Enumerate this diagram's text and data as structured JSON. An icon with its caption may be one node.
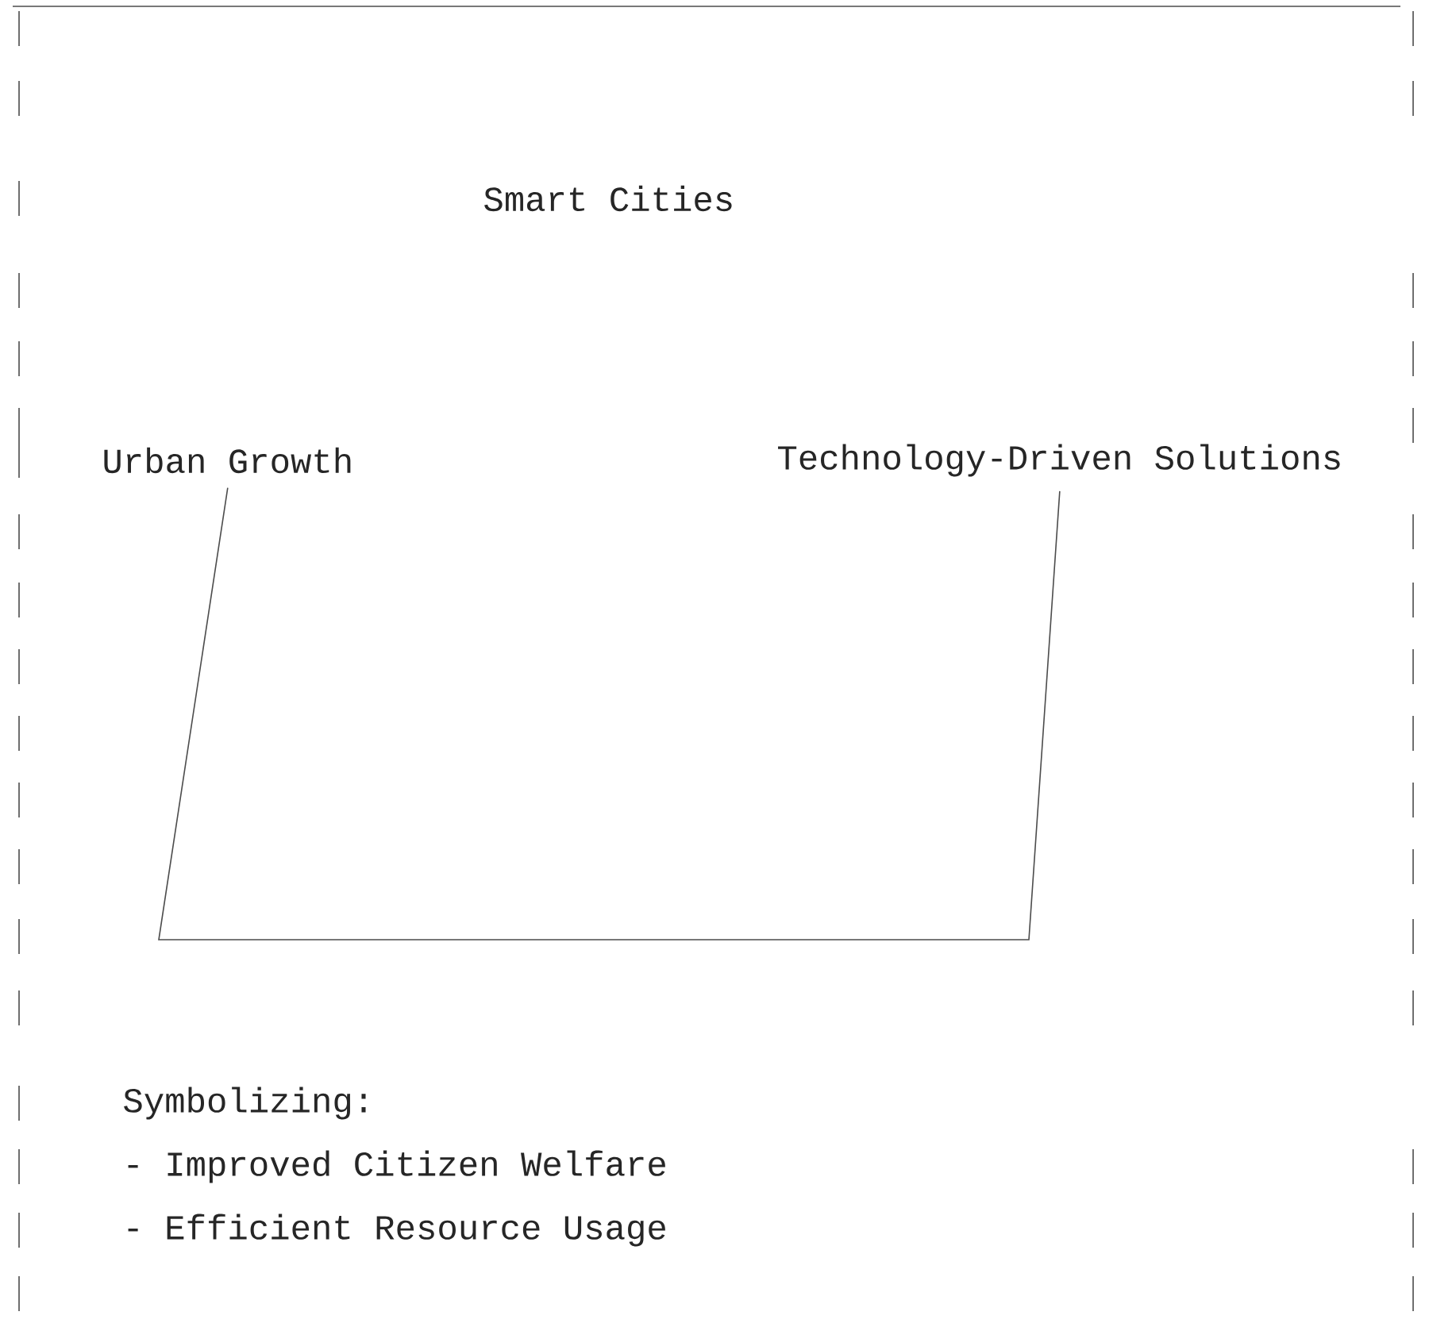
{
  "diagram": {
    "nodes": [
      {
        "text": [
          "Urban Growth"
        ]
      },
      {
        "text": [
          "Technology-Driven Solutions"
        ]
      }
    ],
    "edges": [
      {
        "from": 0,
        "to": 1,
        "arrow": "none"
      }
    ],
    "labels": [
      "Smart Cities",
      "Symbolizing:",
      "- Improved Citizen Welfare",
      "- Efficient Resource Usage"
    ]
  }
}
